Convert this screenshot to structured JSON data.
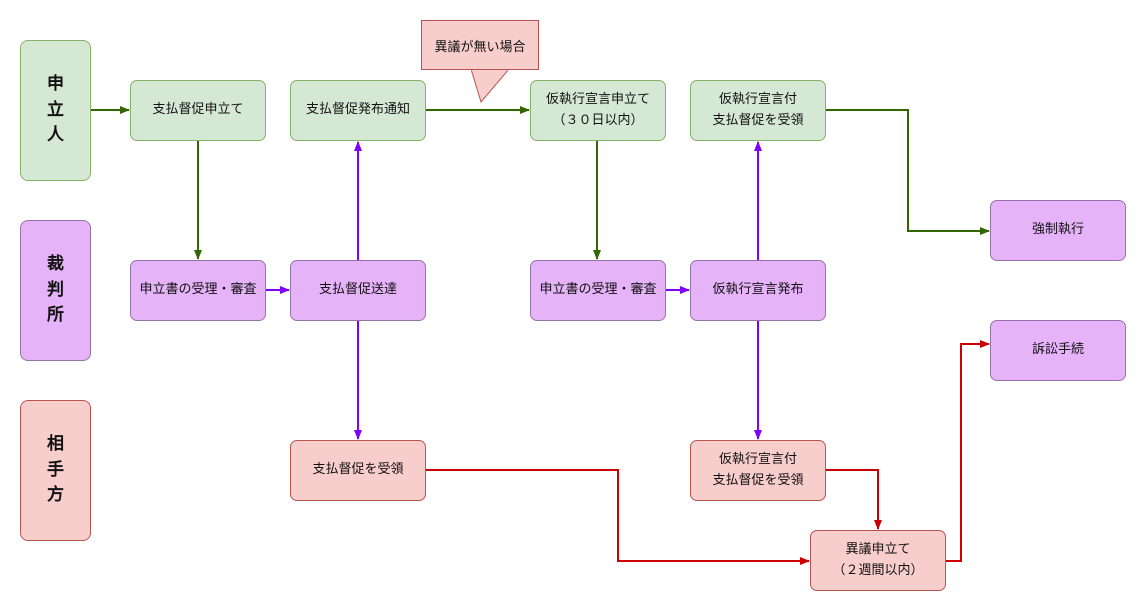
{
  "colors": {
    "green_fill": "#d5e8d4",
    "green_stroke": "#82b366",
    "green_arrow": "#336600",
    "purple_fill": "#e6b3f9",
    "purple_stroke": "#9673a6",
    "purple_arrow": "#7f00ff",
    "red_fill": "#f8cecc",
    "red_stroke": "#b85450",
    "red_arrow": "#cc0000"
  },
  "lanes": {
    "applicant": "申\n立\n人",
    "court": "裁\n判\n所",
    "opponent": "相\n手\n方"
  },
  "callout": {
    "no_objection": "異議が無い場合"
  },
  "nodes": {
    "apply_payment_order": "支払督促申立て",
    "payment_order_notice": "支払督促発布通知",
    "apply_provisional_execution": "仮執行宣言申立て\n（３０日以内）",
    "receive_provisional_order_applicant": "仮執行宣言付\n支払督促を受領",
    "compulsory_execution": "強制執行",
    "review_application_1": "申立書の受理・審査",
    "serve_payment_order": "支払督促送達",
    "review_application_2": "申立書の受理・審査",
    "issue_provisional_execution": "仮執行宣言発布",
    "lawsuit_procedure": "訴訟手続",
    "receive_payment_order": "支払督促を受領",
    "receive_provisional_order_opponent": "仮執行宣言付\n支払督促を受領",
    "objection": "異議申立て\n（２週間以内）"
  }
}
